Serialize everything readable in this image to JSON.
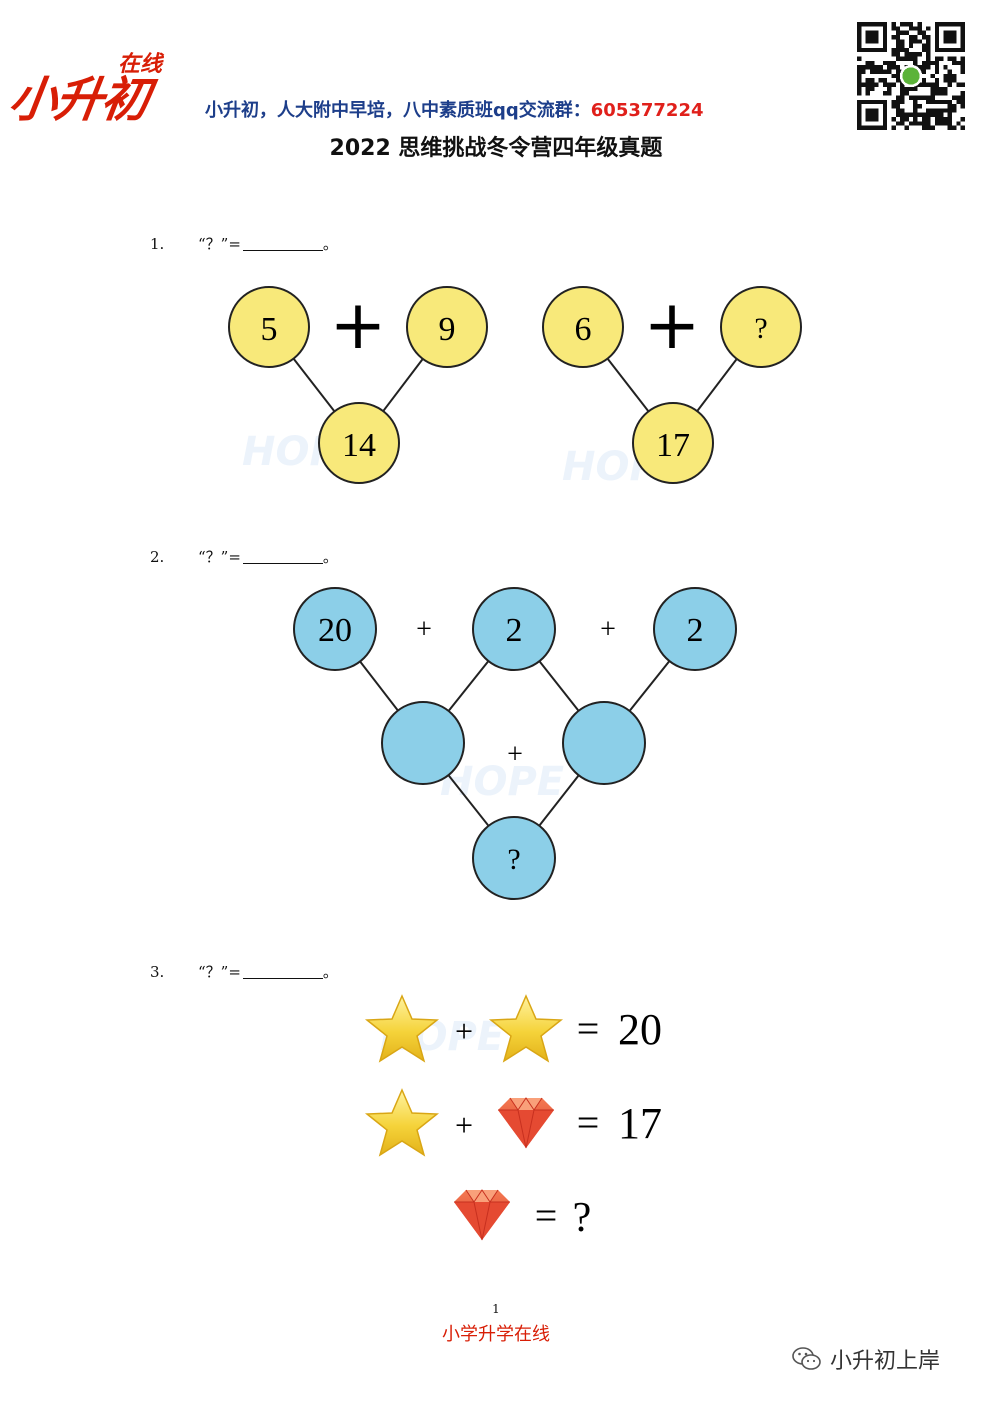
{
  "header": {
    "logo_main": "小升初",
    "logo_sub": "在线",
    "tagline": "小升初，人大附中早培，八中素质班qq交流群：",
    "qq_number": "605377224",
    "title": "2022 思维挑战冬令营四年级真题"
  },
  "questions": [
    {
      "number": "1.",
      "prompt": "“？”=",
      "suffix": "。",
      "left_top": [
        "5",
        "9"
      ],
      "left_op": "+",
      "left_bottom": "14",
      "right_top": [
        "6",
        "?"
      ],
      "right_op": "+",
      "right_bottom": "17"
    },
    {
      "number": "2.",
      "prompt": "“？”=",
      "suffix": "。",
      "top": [
        "20",
        "2",
        "2"
      ],
      "ops_top": [
        "+",
        "+"
      ],
      "op_middle": "+",
      "bottom": "?"
    },
    {
      "number": "3.",
      "prompt": "“？”=",
      "suffix": "。",
      "plus": "+",
      "eq": "=",
      "result1": "20",
      "result2": "17",
      "result3": "?"
    }
  ],
  "footer": {
    "page_number": "1",
    "site": "小学升学在线",
    "wechat_account": "小升初上岸"
  },
  "colors": {
    "yellow_circle": "#f8e97a",
    "blue_circle": "#8ccfe8",
    "brand_red": "#d81e06",
    "header_blue": "#1d3e8a"
  }
}
